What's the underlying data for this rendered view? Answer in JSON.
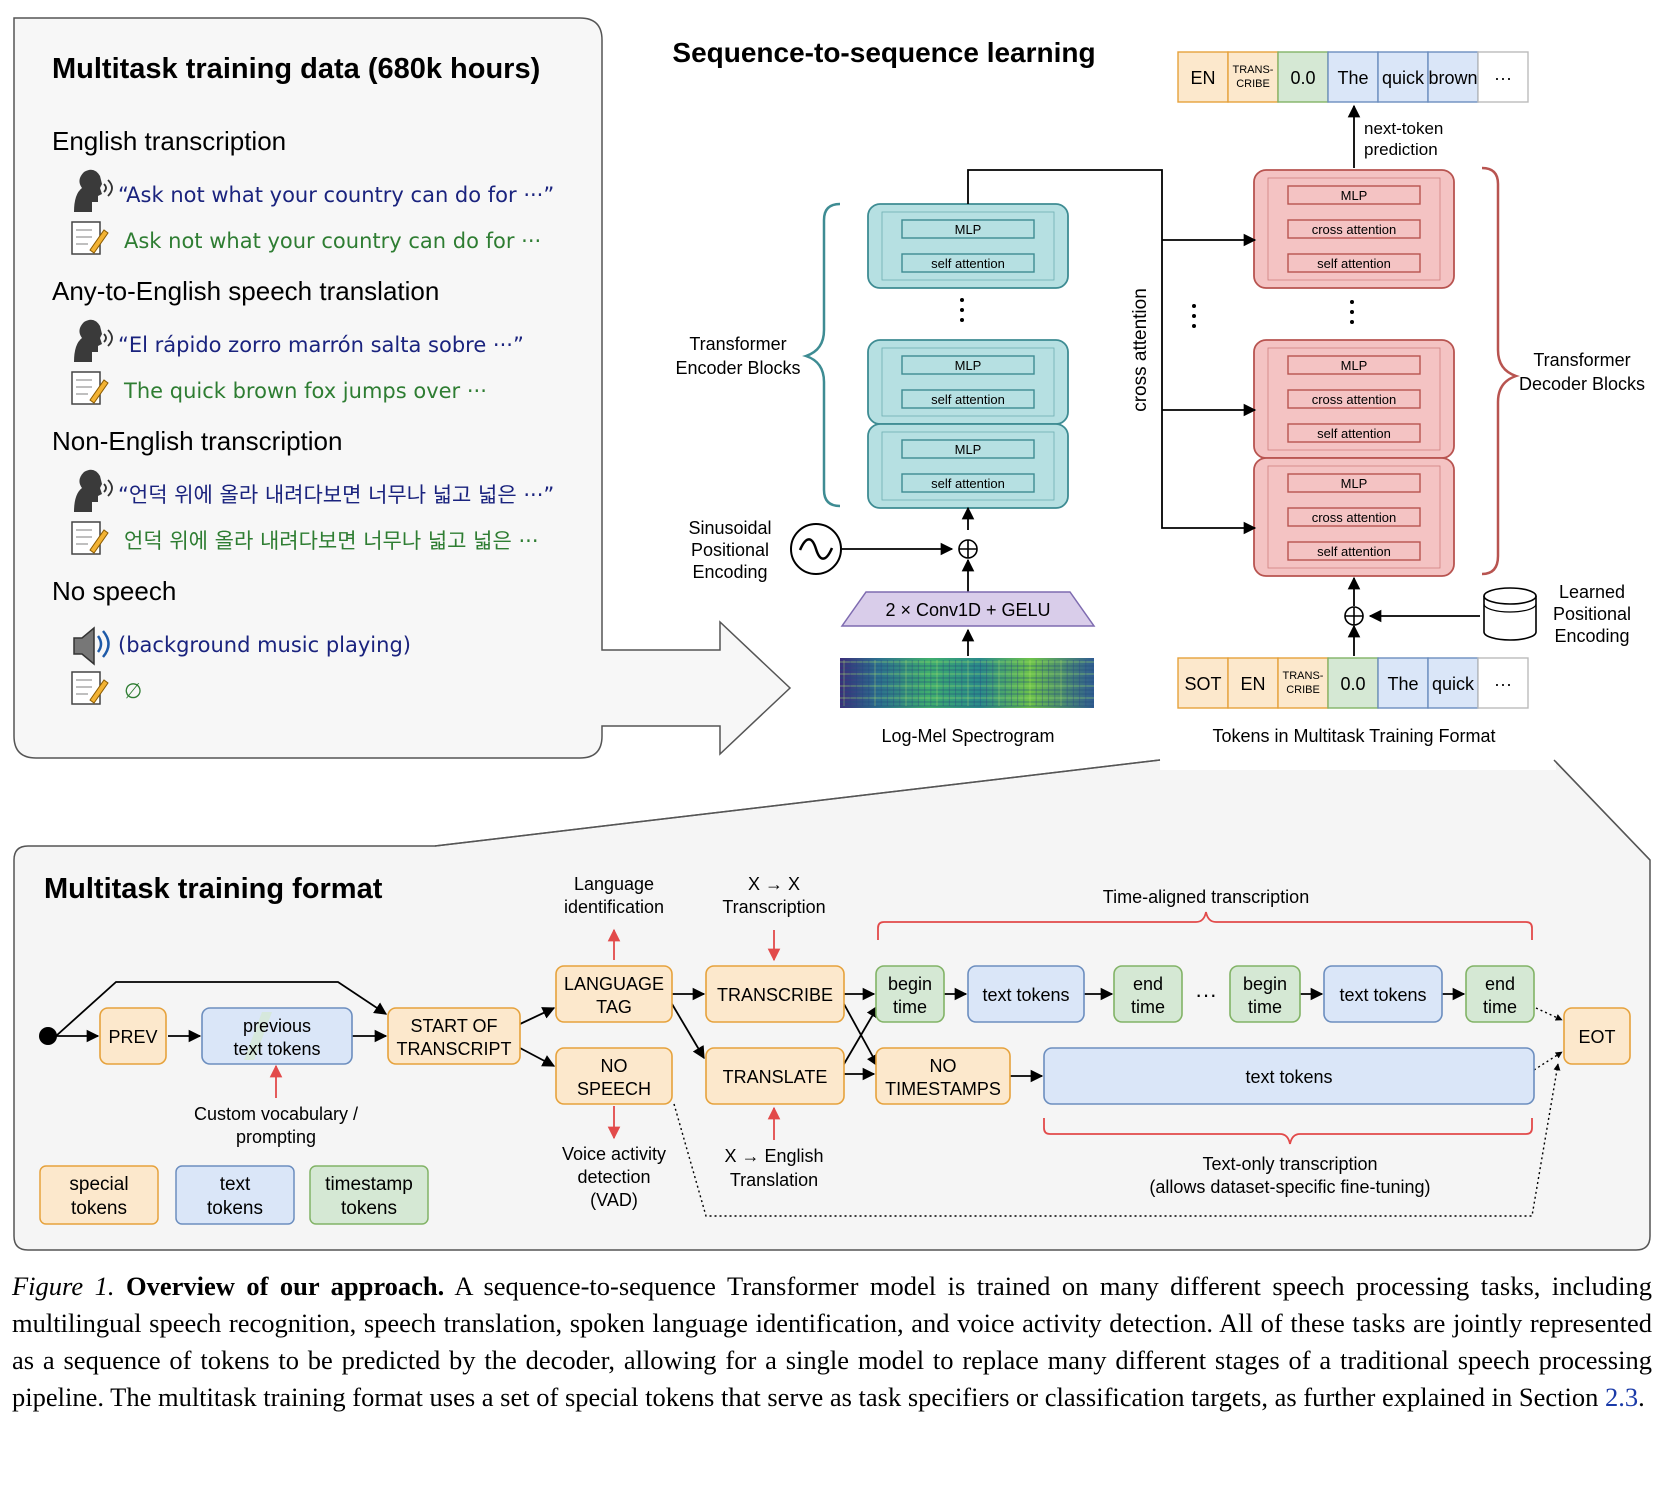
{
  "panel_data": {
    "title": "Multitask training data (680k hours)",
    "sections": [
      {
        "heading": "English transcription",
        "audio": "“Ask not what your country can do for ···”",
        "text": "Ask not what your country can do for ···"
      },
      {
        "heading": "Any-to-English speech translation",
        "audio": "“El rápido zorro marrón salta sobre ···”",
        "text": "The quick brown fox jumps over ···"
      },
      {
        "heading": "Non-English transcription",
        "audio": "“언덕 위에 올라 내려다보면 너무나 넓고 넓은 ···”",
        "text": "언덕 위에 올라 내려다보면 너무나 넓고 넓은 ···"
      },
      {
        "heading": "No speech",
        "audio": "(background music playing)",
        "text": "∅"
      }
    ]
  },
  "arch": {
    "title": "Sequence-to-sequence learning",
    "encoder_label": [
      "Transformer",
      "Encoder Blocks"
    ],
    "decoder_label": [
      "Transformer",
      "Decoder Blocks"
    ],
    "sinusoidal_label": [
      "Sinusoidal",
      "Positional",
      "Encoding"
    ],
    "learned_label": [
      "Learned",
      "Positional",
      "Encoding"
    ],
    "conv_label": "2 × Conv1D + GELU",
    "spectrogram_label": "Log-Mel Spectrogram",
    "tokens_label": "Tokens in Multitask Training Format",
    "cross_attention_label": "cross attention",
    "next_token_label": [
      "next-token",
      "prediction"
    ],
    "mlp": "MLP",
    "self_attention": "self attention",
    "cross_attention": "cross attention",
    "output_tokens": [
      "EN",
      "TRANS-|CRIBE",
      "0.0",
      "The",
      "quick",
      "brown",
      "···"
    ],
    "input_tokens": [
      "SOT",
      "EN",
      "TRANS-|CRIBE",
      "0.0",
      "The",
      "quick",
      "···"
    ]
  },
  "format": {
    "title": "Multitask training format",
    "nodes": {
      "prev": "PREV",
      "previous_text": [
        "previous",
        "text tokens"
      ],
      "sot": [
        "START OF",
        "TRANSCRIPT"
      ],
      "lang": [
        "LANGUAGE",
        "TAG"
      ],
      "nospeech": [
        "NO",
        "SPEECH"
      ],
      "transcribe": "TRANSCRIBE",
      "translate": "TRANSLATE",
      "begin1": [
        "begin",
        "time"
      ],
      "text1": "text tokens",
      "end1": [
        "end",
        "time"
      ],
      "ellipsis": "···",
      "begin2": [
        "begin",
        "time"
      ],
      "text2": "text tokens",
      "end2": [
        "end",
        "time"
      ],
      "notimestamps": [
        "NO",
        "TIMESTAMPS"
      ],
      "text_long": "text tokens",
      "eot": "EOT"
    },
    "annotations": {
      "lang_id": [
        "Language",
        "identification"
      ],
      "xx": [
        "X → X",
        "Transcription"
      ],
      "time_aligned": "Time-aligned transcription",
      "custom_vocab": [
        "Custom vocabulary /",
        "prompting"
      ],
      "vad": [
        "Voice activity",
        "detection",
        "(VAD)"
      ],
      "x_en": [
        "X → English",
        "Translation"
      ],
      "text_only": [
        "Text-only transcription",
        "(allows dataset-specific fine-tuning)"
      ]
    },
    "legend": [
      {
        "label": [
          "special",
          "tokens"
        ],
        "fill": "#fce8cc",
        "stroke": "#e6a23c"
      },
      {
        "label": [
          "text",
          "tokens"
        ],
        "fill": "#dae6f8",
        "stroke": "#6c8ebf"
      },
      {
        "label": [
          "timestamp",
          "tokens"
        ],
        "fill": "#d5e8d4",
        "stroke": "#82b366"
      }
    ]
  },
  "colors": {
    "special_fill": "#fce8cc",
    "special_stroke": "#e6a23c",
    "text_fill": "#dae6f8",
    "text_stroke": "#6c8ebf",
    "time_fill": "#d5e8d4",
    "time_stroke": "#82b366",
    "encoder_fill": "#b6e0e2",
    "encoder_stroke": "#3e8c93",
    "decoder_fill": "#f4c3c3",
    "decoder_stroke": "#b85450",
    "annotation_red": "#e24a4a",
    "text_blue": "#1a237e",
    "text_green": "#2e7d32"
  },
  "caption": {
    "label": "Figure 1.",
    "title": "Overview of our approach.",
    "body": "A sequence-to-sequence Transformer model is trained on many different speech processing tasks, including multilingual speech recognition, speech translation, spoken language identification, and voice activity detection. All of these tasks are jointly represented as a sequence of tokens to be predicted by the decoder, allowing for a single model to replace many different stages of a traditional speech processing pipeline. The multitask training format uses a set of special tokens that serve as task specifiers or classification targets, as further explained in Section",
    "section_ref": "2.3",
    "end": "."
  }
}
